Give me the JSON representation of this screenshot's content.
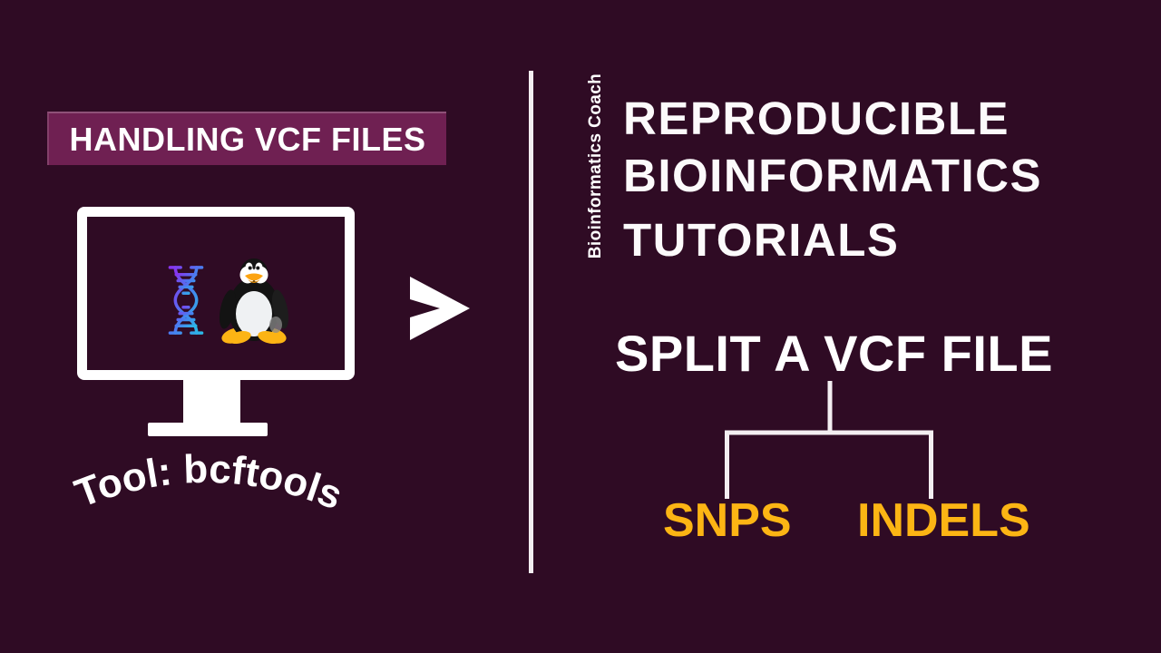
{
  "colors": {
    "background": "#2F0B24",
    "badge_box": "#6F2052",
    "text_white": "#FFFFFF",
    "leaf_gold": "#FCB514",
    "connector_white": "#F3EEF1",
    "dna_gradient": [
      "#8833EE",
      "#2BB8E6"
    ],
    "tux_orange": "#FCB414"
  },
  "left": {
    "badge_label": "HANDLING VCF FILES",
    "tool_caption": "Tool: bcftools",
    "icons": {
      "monitor": "monitor-icon",
      "dna": "dna-helix-icon",
      "penguin": "linux-tux-icon"
    }
  },
  "separator": {
    "symbol": ">",
    "icons": {
      "chevron": "chevron-right-icon",
      "divider": "vertical-divider-line"
    }
  },
  "right": {
    "channel": "Bioinformatics Coach",
    "title_lines": [
      "REPRODUCIBLE",
      "BIOINFORMATICS",
      "TUTORIALS"
    ],
    "diagram": {
      "root": "SPLIT A VCF FILE",
      "children": [
        "SNPS",
        "INDELS"
      ]
    }
  }
}
